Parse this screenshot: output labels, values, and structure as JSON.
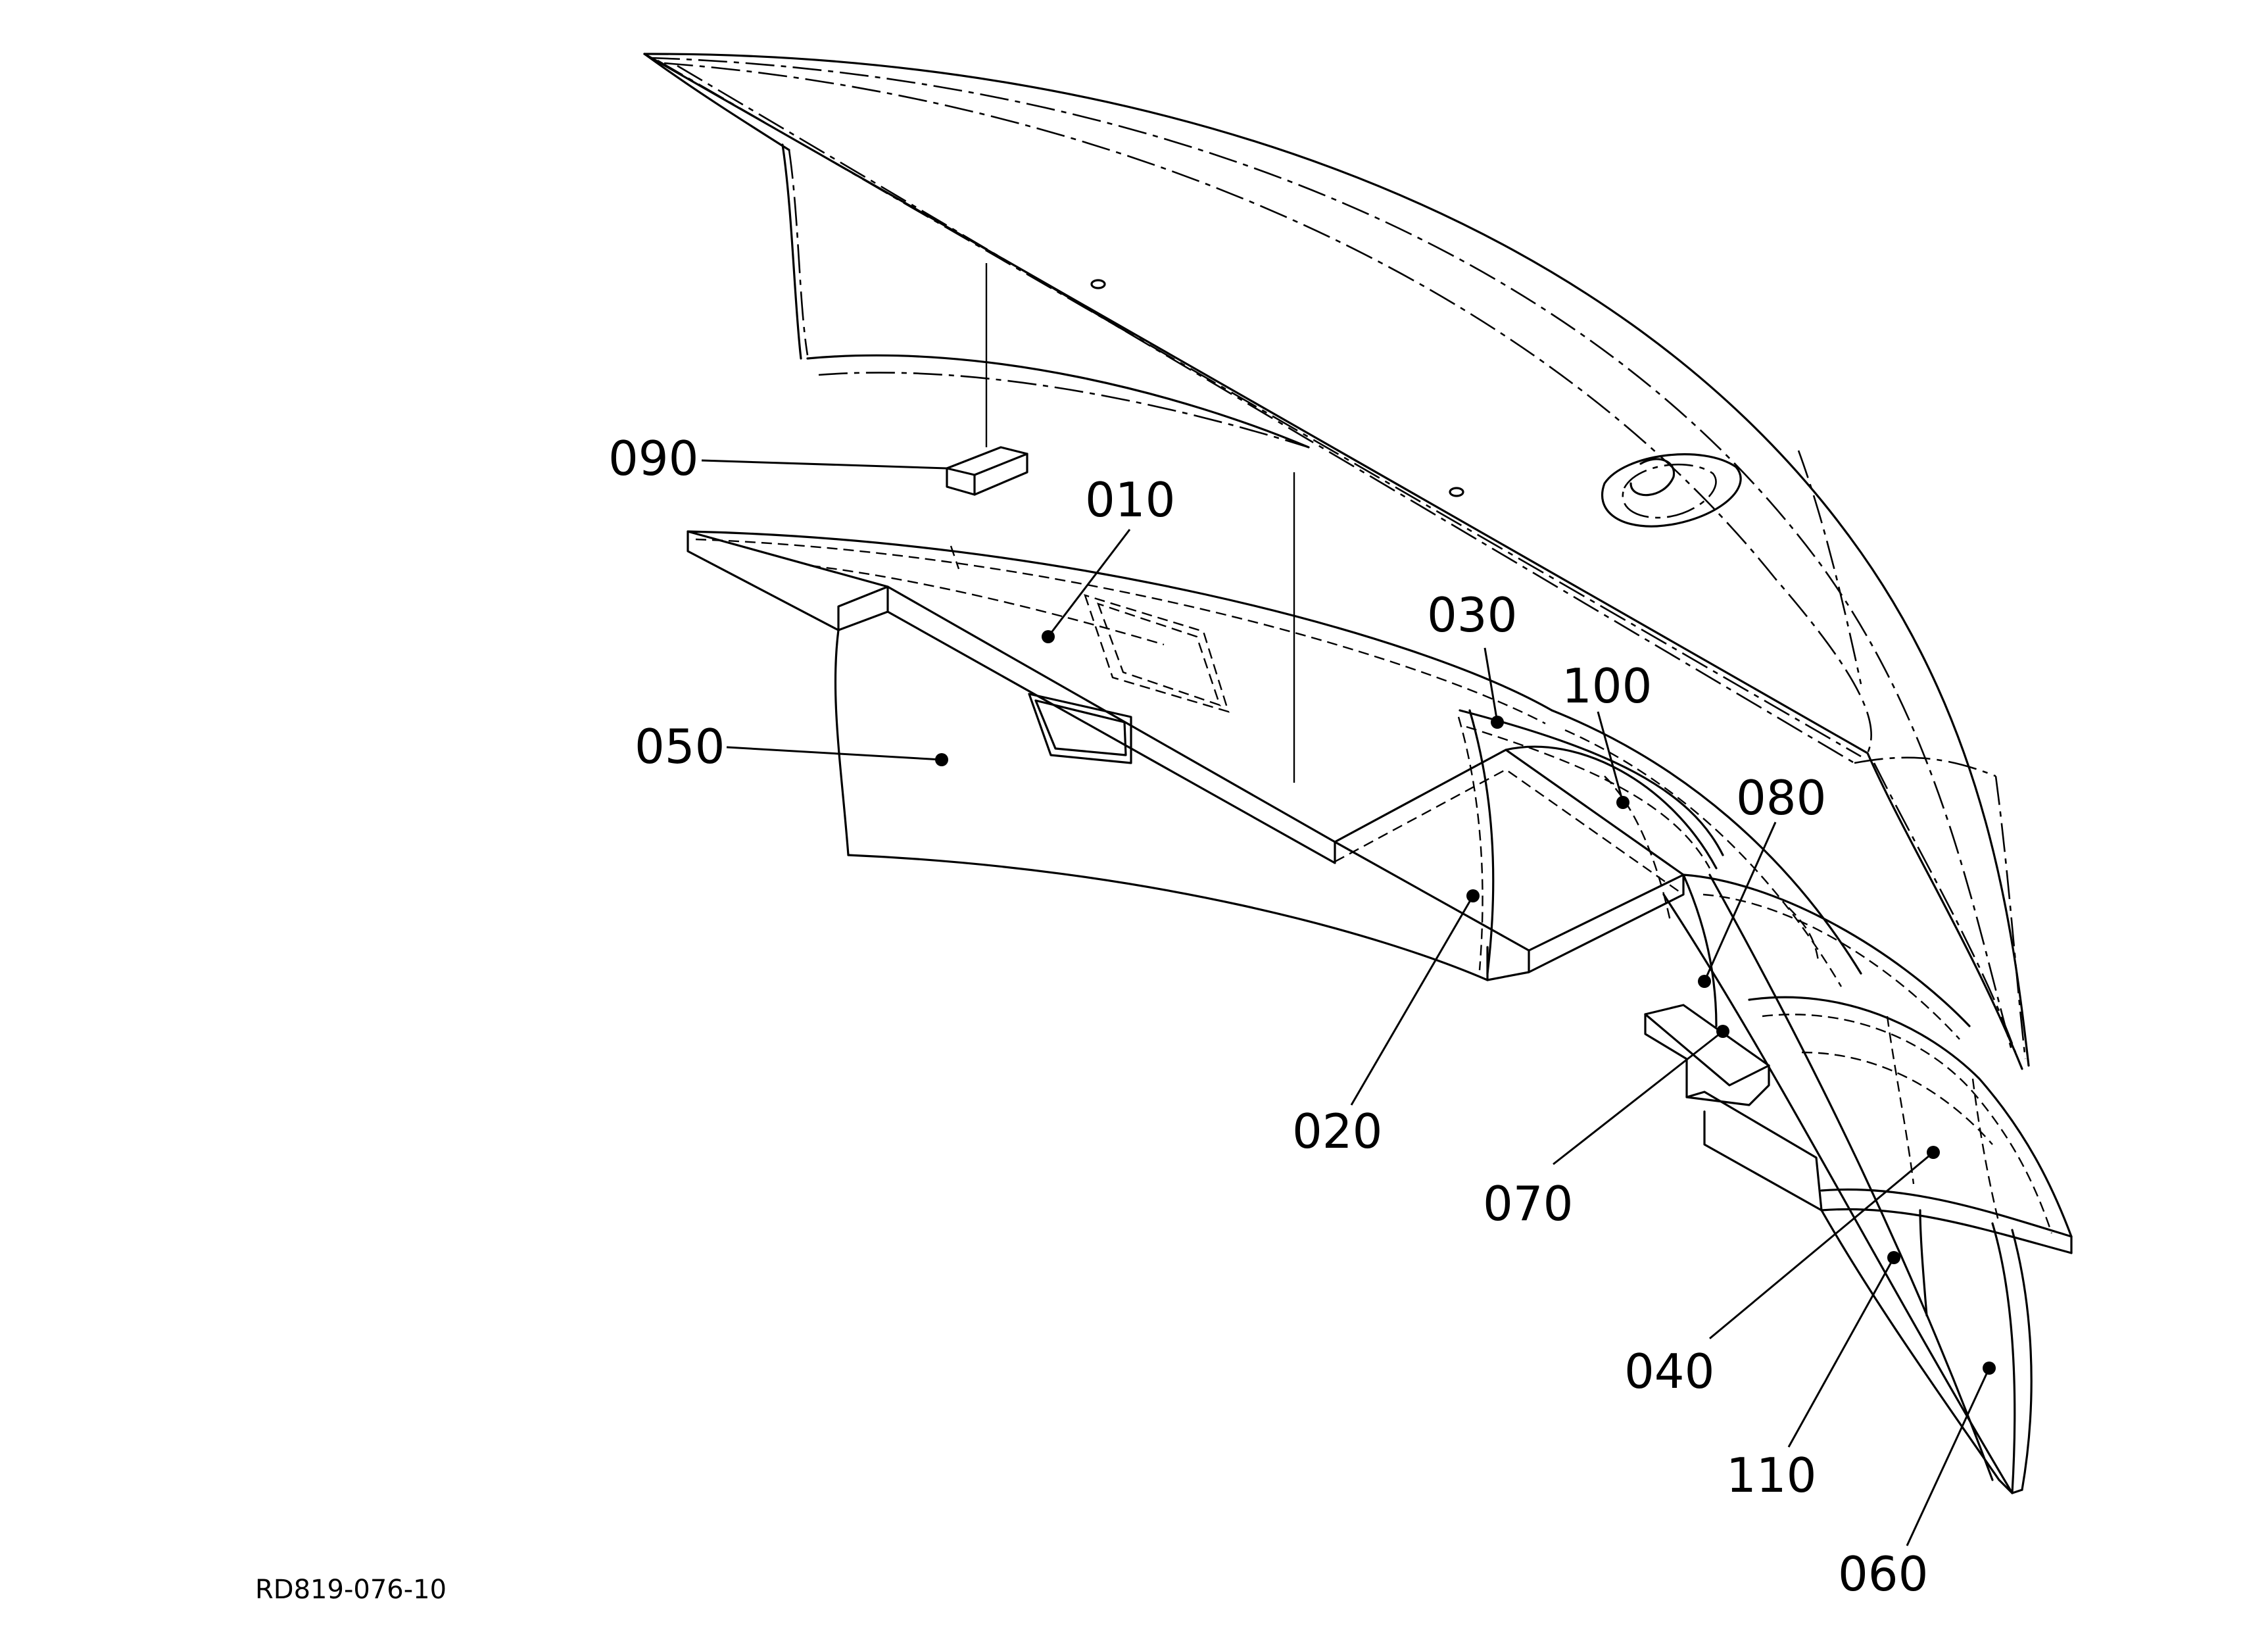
{
  "diagram": {
    "drawing_code": "RD819-076-10",
    "callouts": [
      {
        "id": "callout-090",
        "label": "090"
      },
      {
        "id": "callout-010",
        "label": "010"
      },
      {
        "id": "callout-050",
        "label": "050"
      },
      {
        "id": "callout-030",
        "label": "030"
      },
      {
        "id": "callout-100",
        "label": "100"
      },
      {
        "id": "callout-080",
        "label": "080"
      },
      {
        "id": "callout-020",
        "label": "020"
      },
      {
        "id": "callout-070",
        "label": "070"
      },
      {
        "id": "callout-040",
        "label": "040"
      },
      {
        "id": "callout-110",
        "label": "110"
      },
      {
        "id": "callout-060",
        "label": "060"
      }
    ]
  }
}
